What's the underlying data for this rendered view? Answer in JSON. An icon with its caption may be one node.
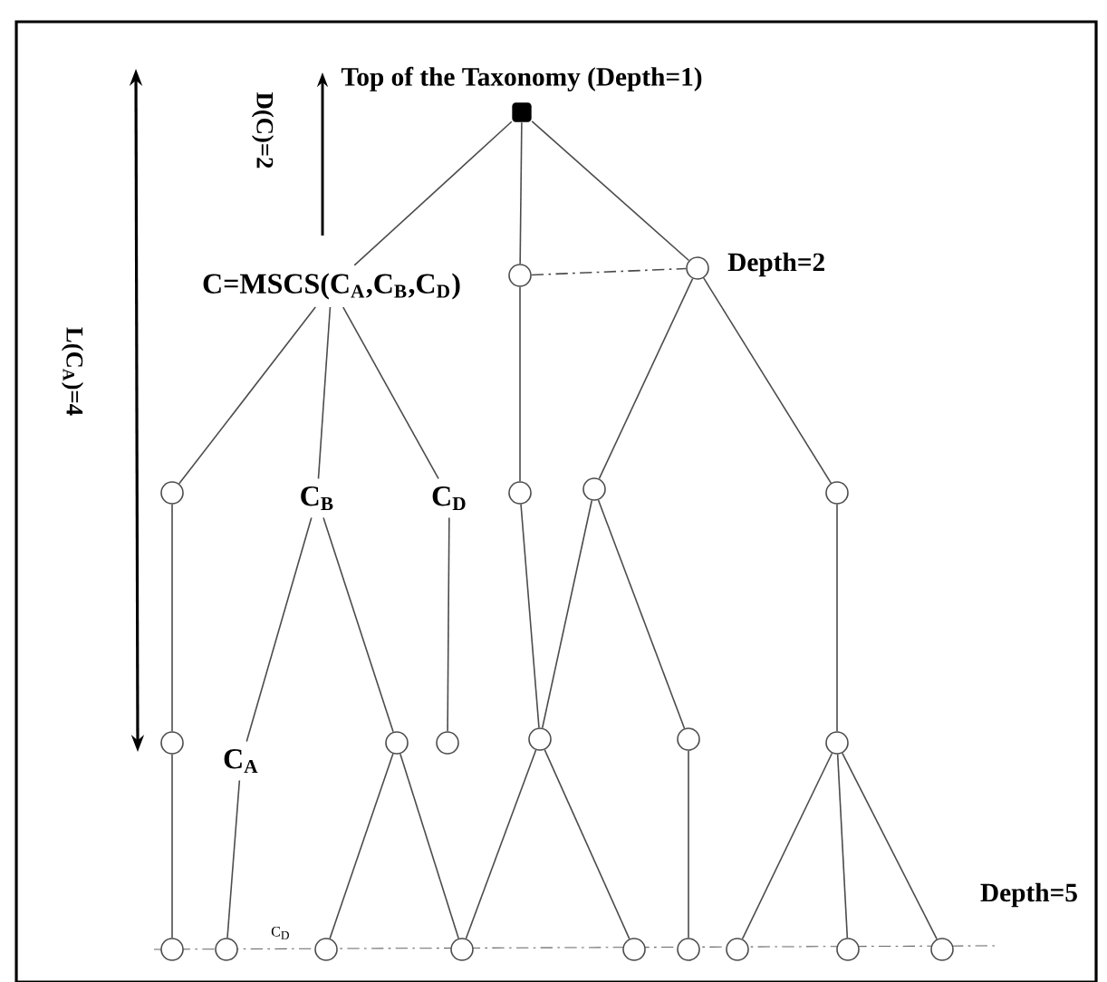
{
  "diagram": {
    "nodes": [
      {
        "text": [],
        "shape": "box",
        "beside": [
          "Top of the Taxonomy (Depth=1)"
        ]
      },
      {
        "text": [
          "C=MSCS(C$_{A}$,C$_{B}$,C$_{D}$)"
        ]
      },
      {
        "text": [],
        "shape": "circle"
      },
      {
        "text": [],
        "shape": "circle",
        "beside": [
          "Depth=2"
        ]
      },
      {
        "text": [],
        "shape": "circle"
      },
      {
        "text": [
          "C$_{B}$"
        ]
      },
      {
        "text": [
          "C$_{D}$"
        ]
      },
      {
        "text": [],
        "shape": "circle"
      },
      {
        "text": [],
        "shape": "circle"
      },
      {
        "text": [],
        "shape": "circle"
      },
      {
        "text": [],
        "shape": "circle"
      },
      {
        "text": [
          "C$_{A}$"
        ]
      },
      {
        "text": [],
        "shape": "circle"
      },
      {
        "text": [],
        "shape": "circle"
      },
      {
        "text": [],
        "shape": "circle"
      },
      {
        "text": [],
        "shape": "circle"
      },
      {
        "text": [],
        "shape": "circle"
      },
      {
        "text": [],
        "shape": "circle"
      },
      {
        "text": [],
        "shape": "circle"
      },
      {
        "text": [],
        "shape": "circle",
        "beside": [
          "C$_{D}$"
        ]
      },
      {
        "text": [],
        "shape": "circle"
      },
      {
        "text": [],
        "shape": "circle"
      },
      {
        "text": [],
        "shape": "circle"
      },
      {
        "text": [],
        "shape": "circle"
      },
      {
        "text": [],
        "shape": "circle"
      },
      {
        "text": [],
        "shape": "circle"
      }
    ],
    "edges": [
      {
        "from": 2,
        "to": 3,
        "arrow": "none",
        "style": "dashed"
      },
      {
        "from": 0,
        "to": 1,
        "arrow": "none"
      },
      {
        "from": 0,
        "to": 2,
        "arrow": "none"
      },
      {
        "from": 0,
        "to": 3,
        "arrow": "none"
      },
      {
        "from": 1,
        "to": 4,
        "arrow": "none"
      },
      {
        "from": 1,
        "to": 5,
        "arrow": "none"
      },
      {
        "from": 1,
        "to": 6,
        "arrow": "none"
      },
      {
        "from": 2,
        "to": 7,
        "arrow": "none"
      },
      {
        "from": 3,
        "to": 8,
        "arrow": "none"
      },
      {
        "from": 3,
        "to": 9,
        "arrow": "none"
      },
      {
        "from": 4,
        "to": 10,
        "arrow": "none"
      },
      {
        "from": 5,
        "to": 11,
        "arrow": "none"
      },
      {
        "from": 5,
        "to": 12,
        "arrow": "none"
      },
      {
        "from": 6,
        "to": 13,
        "arrow": "none"
      },
      {
        "from": 7,
        "to": 14,
        "arrow": "none"
      },
      {
        "from": 8,
        "to": 14,
        "arrow": "none"
      },
      {
        "from": 8,
        "to": 15,
        "arrow": "none"
      },
      {
        "from": 9,
        "to": 16,
        "arrow": "none"
      },
      {
        "from": 10,
        "to": 17,
        "arrow": "none"
      },
      {
        "from": 11,
        "to": 18,
        "arrow": "none"
      },
      {
        "from": 12,
        "to": 19,
        "arrow": "none"
      },
      {
        "from": 12,
        "to": 20,
        "arrow": "none"
      },
      {
        "from": 14,
        "to": 20,
        "arrow": "none"
      },
      {
        "from": 14,
        "to": 21,
        "arrow": "none"
      },
      {
        "from": 15,
        "to": 22,
        "arrow": "none"
      },
      {
        "from": 16,
        "to": 23,
        "arrow": "none"
      },
      {
        "from": 16,
        "to": 24,
        "arrow": "none"
      },
      {
        "from": 16,
        "to": 25,
        "arrow": "none"
      }
    ],
    "labels": [
      "D(C)=2",
      "L(C$_{A}$)=4",
      "Depth=5"
    ]
  }
}
